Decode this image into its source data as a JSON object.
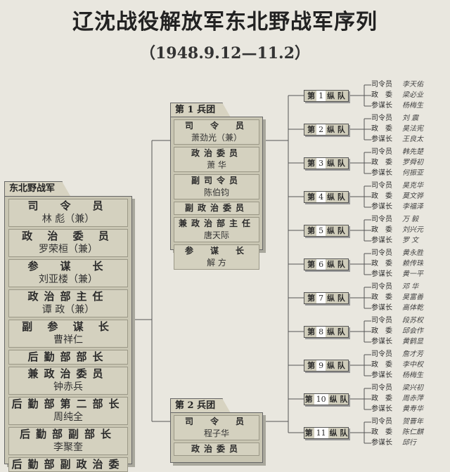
{
  "title": "辽沈战役解放军东北野战军序列",
  "subtitle": "（1948.9.12—11.2）",
  "northeast_army": {
    "label": "东北野战军",
    "officers": [
      {
        "role": "司　令　员",
        "name": "林 彪（兼）"
      },
      {
        "role": "政 治 委 员",
        "name": "罗荣桓（兼）"
      },
      {
        "role": "参　谋　长",
        "name": "刘亚楼（兼）"
      },
      {
        "role": "政治部主任",
        "name": "谭 政（兼）"
      },
      {
        "role": "副 参 谋 长",
        "name": "曹祥仁"
      },
      {
        "role": "后勤部部长",
        "name": ""
      },
      {
        "role": "兼政治委员",
        "name": "钟赤兵"
      },
      {
        "role": "后勤部第二部长",
        "name": "周纯全"
      },
      {
        "role": "后勤部副部长",
        "name": "李聚奎"
      },
      {
        "role": "后勤部副政治委",
        "name": ""
      }
    ]
  },
  "army_groups": [
    {
      "label": "第 1 兵团",
      "officers": [
        {
          "role": "司　令　员",
          "name": "萧劲光（兼）"
        },
        {
          "role": "政治委员",
          "name": "萧 华"
        },
        {
          "role": "副司令员",
          "name": "陈伯钧"
        },
        {
          "role": "副政治委员",
          "name": ""
        },
        {
          "role": "兼政治部主任",
          "name": "唐天际"
        },
        {
          "role": "参　谋　长",
          "name": "解 方"
        }
      ]
    },
    {
      "label": "第 2 兵团",
      "officers": [
        {
          "role": "司　令　员",
          "name": "程子华"
        },
        {
          "role": "政治委员",
          "name": ""
        }
      ]
    }
  ],
  "columns": [
    {
      "prefix": "第",
      "num": "1",
      "suffix": "纵 队",
      "officers": [
        {
          "role": "司令员",
          "name": "李天佑"
        },
        {
          "role": "政　委",
          "name": "梁必业"
        },
        {
          "role": "参谋长",
          "name": "杨梅生"
        }
      ]
    },
    {
      "prefix": "第",
      "num": "2",
      "suffix": "纵 队",
      "officers": [
        {
          "role": "司令员",
          "name": "刘 震"
        },
        {
          "role": "政　委",
          "name": "吴法宪"
        },
        {
          "role": "参谋长",
          "name": "王良太"
        }
      ]
    },
    {
      "prefix": "第",
      "num": "3",
      "suffix": "纵 队",
      "officers": [
        {
          "role": "司令员",
          "name": "韩先楚"
        },
        {
          "role": "政　委",
          "name": "罗舜初"
        },
        {
          "role": "参谋长",
          "name": "何振亚"
        }
      ]
    },
    {
      "prefix": "第",
      "num": "4",
      "suffix": "纵 队",
      "officers": [
        {
          "role": "司令员",
          "name": "吴克华"
        },
        {
          "role": "政　委",
          "name": "莫文骅"
        },
        {
          "role": "参谋长",
          "name": "李福泽"
        }
      ]
    },
    {
      "prefix": "第",
      "num": "5",
      "suffix": "纵 队",
      "officers": [
        {
          "role": "司令员",
          "name": "万 毅"
        },
        {
          "role": "政　委",
          "name": "刘兴元"
        },
        {
          "role": "参谋长",
          "name": "罗 文"
        }
      ]
    },
    {
      "prefix": "第",
      "num": "6",
      "suffix": "纵 队",
      "officers": [
        {
          "role": "司令员",
          "name": "黄永胜"
        },
        {
          "role": "政　委",
          "name": "赖传珠"
        },
        {
          "role": "参谋长",
          "name": "黄一平"
        }
      ]
    },
    {
      "prefix": "第",
      "num": "7",
      "suffix": "纵 队",
      "officers": [
        {
          "role": "司令员",
          "name": "邓 华"
        },
        {
          "role": "政　委",
          "name": "吴富善"
        },
        {
          "role": "参谋长",
          "name": "高体乾"
        }
      ]
    },
    {
      "prefix": "第",
      "num": "8",
      "suffix": "纵 队",
      "officers": [
        {
          "role": "司令员",
          "name": "段苏权"
        },
        {
          "role": "政　委",
          "name": "邱会作"
        },
        {
          "role": "参谋长",
          "name": "黄鹤显"
        }
      ]
    },
    {
      "prefix": "第",
      "num": "9",
      "suffix": "纵 队",
      "officers": [
        {
          "role": "司令员",
          "name": "詹才芳"
        },
        {
          "role": "政　委",
          "name": "李中权"
        },
        {
          "role": "参谋长",
          "name": "杨梅生"
        }
      ]
    },
    {
      "prefix": "第",
      "num": "10",
      "suffix": "纵 队",
      "officers": [
        {
          "role": "司令员",
          "name": "梁兴初"
        },
        {
          "role": "政　委",
          "name": "周赤萍"
        },
        {
          "role": "参谋长",
          "name": "黄寿华"
        }
      ]
    },
    {
      "prefix": "第",
      "num": "11",
      "suffix": "纵 队",
      "officers": [
        {
          "role": "司令员",
          "name": "贺晋年"
        },
        {
          "role": "政　委",
          "name": "陈仁麒"
        },
        {
          "role": "参谋长",
          "name": "邱行"
        }
      ]
    }
  ]
}
